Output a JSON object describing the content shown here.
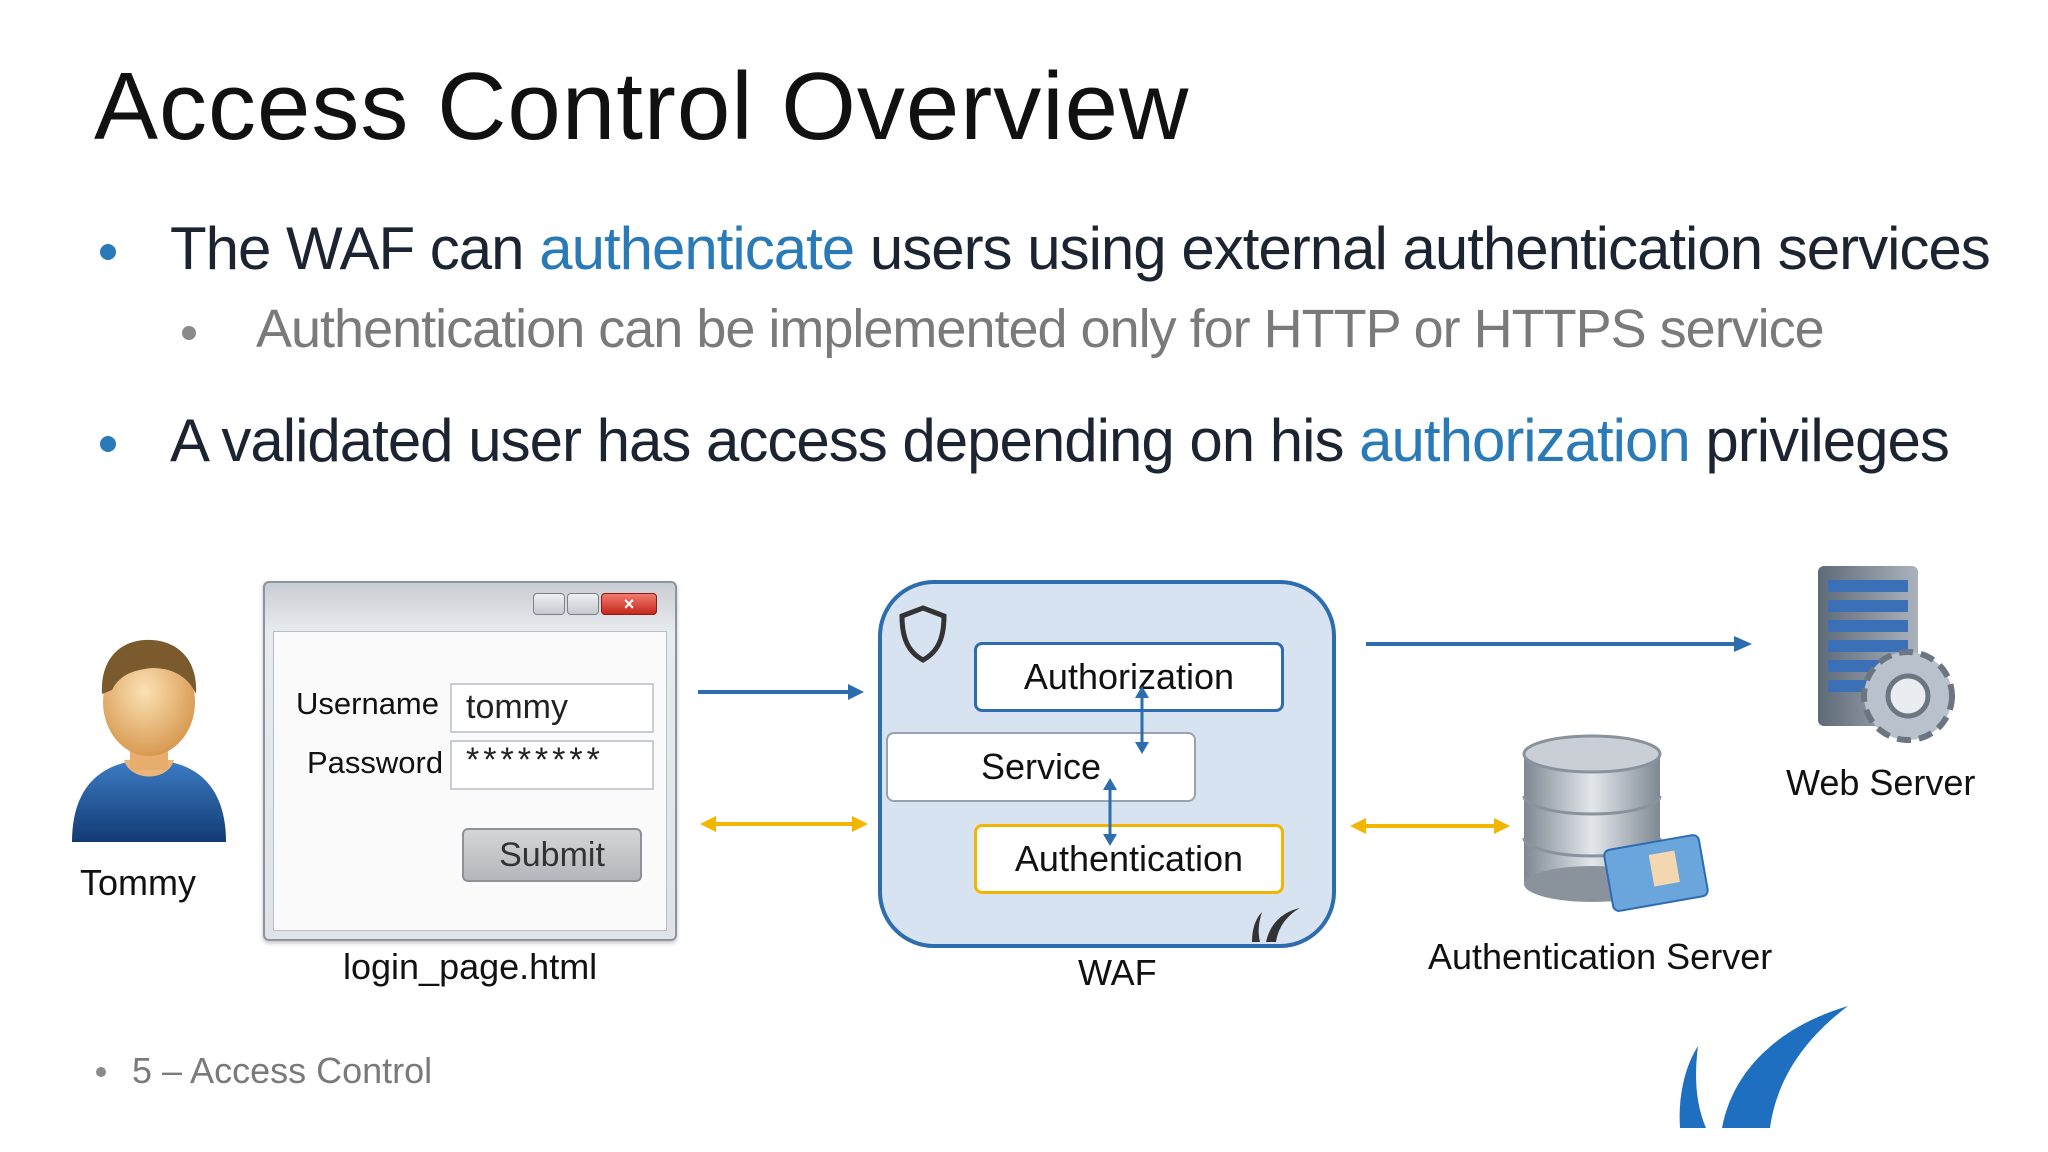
{
  "slide": {
    "title": "Access Control Overview",
    "bullets": [
      {
        "before": "The WAF can ",
        "highlight": "authenticate",
        "after": " users using external authentication services",
        "sub": "Authentication can be implemented only for HTTP or HTTPS service"
      },
      {
        "before": "A validated user has access depending on his ",
        "highlight": "authorization",
        "after": " privileges"
      }
    ],
    "footer": "5 – Access Control"
  },
  "diagram": {
    "user": {
      "label": "Tommy"
    },
    "login_window": {
      "username_label": "Username",
      "username_value": "tommy",
      "password_label": "Password",
      "password_value": "********",
      "submit_label": "Submit",
      "caption": "login_page.html"
    },
    "waf": {
      "caption": "WAF",
      "authorization": "Authorization",
      "service": "Service",
      "authentication": "Authentication"
    },
    "web_server": {
      "label": "Web Server"
    },
    "auth_server": {
      "label": "Authentication Server"
    }
  },
  "colors": {
    "accent_blue": "#2a7ab8",
    "arrow_blue": "#2d6cae",
    "arrow_yellow": "#f2b600",
    "waf_fill": "#d8e3f1"
  }
}
